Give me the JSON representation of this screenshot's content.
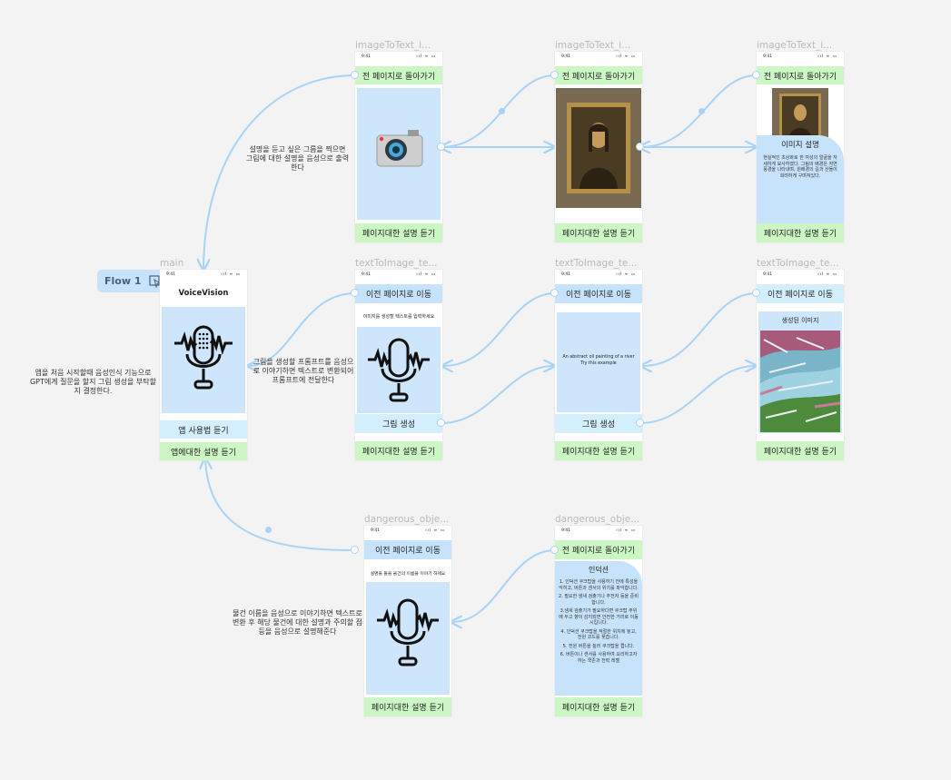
{
  "flow": {
    "label": "Flow 1"
  },
  "frames": {
    "main": {
      "title": "main",
      "app_name": "VoiceVision",
      "btn1": "앱 사용법 듣기",
      "btn2": "앱에대한 설명 듣기"
    },
    "i2t_1": {
      "title": "imageToText_i...",
      "top": "전 페이지로 돌아가기",
      "bottom": "페이지대한 설명 듣기"
    },
    "i2t_2": {
      "title": "imageToText_i...",
      "top": "전 페이지로 돌아가기",
      "bottom": "페이지대한 설명 듣기"
    },
    "i2t_3": {
      "title": "imageToText_i...",
      "top": "전 페이지로 돌아가기",
      "bottom": "페이지대한 설명 듣기",
      "desc_title": "이미지 설명",
      "desc_text": "현실적인 초상화로 한 여성의 얼굴을 자세하게 묘사하였다. 그림의 배경은 자연 풍경을 나타내며, 원배경의 길과 산들이 희려하게 구며져있다."
    },
    "t2i_1": {
      "title": "textToImage_te...",
      "top": "이전 페이지로 이동",
      "prompt": "이미지를 생성할 텍스트를 입력하세요",
      "gen": "그림 생성",
      "bottom": "페이지대한 설명 듣기"
    },
    "t2i_2": {
      "title": "textToImage_te...",
      "top": "이전 페이지로 이동",
      "prompt_line1": "An abstract oil painting of a river",
      "prompt_line2": "Try this example",
      "gen": "그림 생성",
      "bottom": "페이지대한 설명 듣기"
    },
    "t2i_3": {
      "title": "textToImage_te...",
      "top": "이전 페이지로 이동",
      "label": "생성된 이미지",
      "bottom": "페이지대한 설명 듣기"
    },
    "dng_1": {
      "title": "dangerous_obje...",
      "top": "이전 페이지로 이동",
      "prompt": "설명을 들을 물건의 이름을 이야기 하세요",
      "bottom": "페이지대한 설명 듣기"
    },
    "dng_2": {
      "title": "dangerous_obje...",
      "top": "전 페이지로 돌아가기",
      "heading": "인덕션",
      "steps": [
        "1. 인덕션 쿠크탑을 사용하기 전에 특성을 익히고, 버튼과 센서의 위치를 파악합니다.",
        "2. 필요한 냄새 검출기나 추전자 등을 준비합니다.",
        "3.냄새 검출기가 필요하다면 쿠크탑 주위에 두고 향이 감지되면 안전한 거리로 이동시킵니다.",
        "4. 인덕션 쿠크탑을 적절한 위치에 놓고, 전원 코드를 꽂습니다.",
        "5. 전원 버튼을 눌러 쿠크탑을 켭니다.",
        "6. 버튼이나 센서를 사용하여 요리하고자하는 쿡존과 전력 레벨"
      ],
      "bottom": "페이지대한 설명 듣기"
    }
  },
  "notes": {
    "main": "앱을 처음 시작할때 음성인식 기능으로 GPT에게 질문을 할지 그림 생성을 부탁할지 결정한다.",
    "image_to_text": "설명을 듣고 싶은 그름을 찍으면 그림에 대한 설명을 음성으로 출력한다",
    "text_to_image": "그림을 생성할 프롬프트를 음성으로 이야기하면 텍스트로 변환되어 프롬프트에 전달한다",
    "dangerous": "물건 이름을 음성으로 이야기하면 텍스트로 변환 후 해당 물건에 대한 설명과 주의할 점 등을 음성으로 설명해준다"
  },
  "status": {
    "time": "9:41",
    "icons": "ııl ≈ ▭"
  },
  "colors": {
    "canvas": "#f3f3f3",
    "green": "#ccf7c4",
    "blue": "#c6e3fb",
    "panel": "#cde6fc",
    "wire": "#a8d2f8"
  }
}
